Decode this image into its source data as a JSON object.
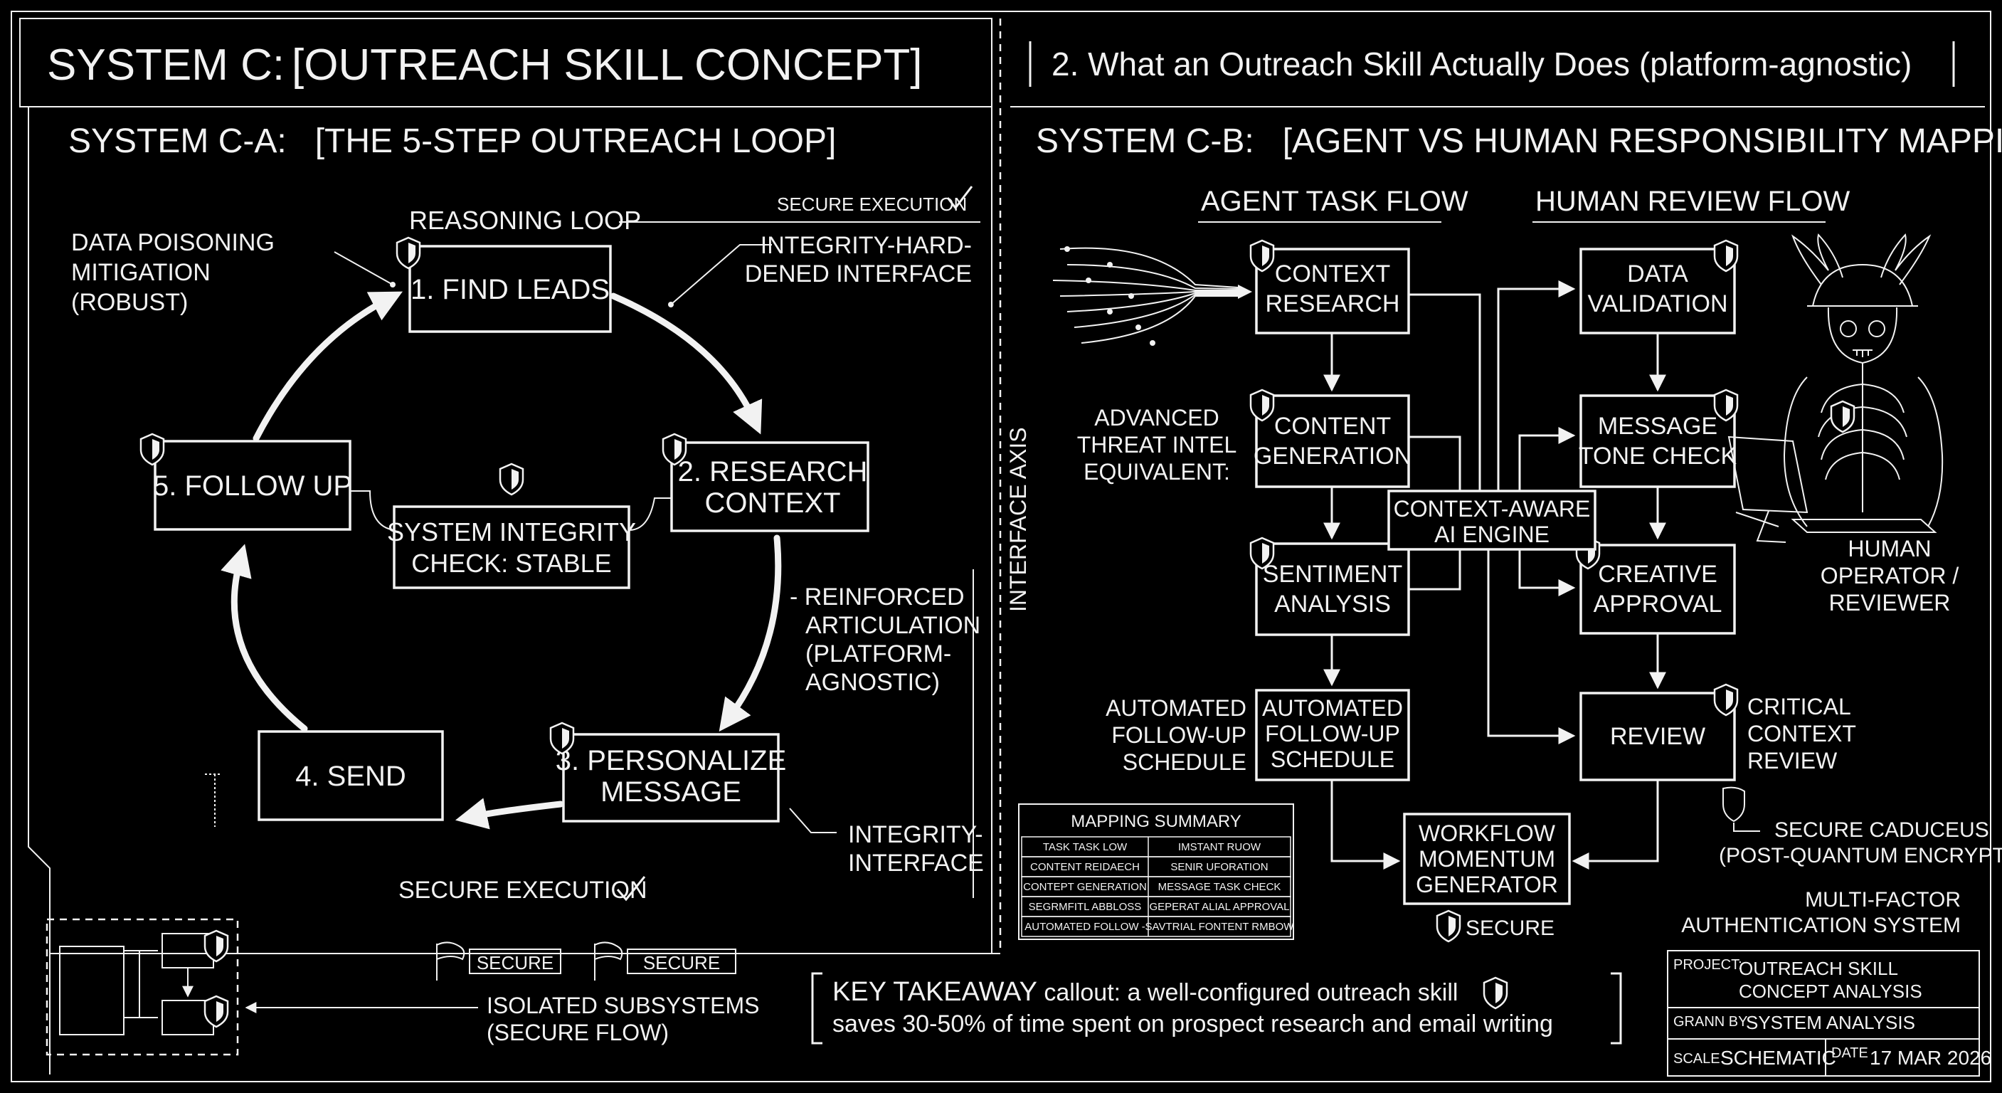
{
  "header": {
    "title_left": "SYSTEM C:",
    "title_right": "[OUTREACH SKILL CONCEPT]",
    "subtitle": "2. What an Outreach Skill Actually Does (platform-agnostic)"
  },
  "loop": {
    "section_title": "SYSTEM C-A:   [THE 5-STEP OUTREACH LOOP]",
    "reasoning_loop": "REASONING LOOP",
    "secure_execution_top": "SECURE EXECUTION",
    "steps": [
      "1. FIND LEADS",
      [
        "2. RESEARCH",
        "CONTEXT"
      ],
      [
        "3. PERSONALIZE",
        "MESSAGE"
      ],
      "4. SEND",
      "5. FOLLOW UP"
    ],
    "center": [
      "SYSTEM INTEGRITY",
      "CHECK: STABLE"
    ],
    "annot_data_poisoning": [
      "DATA POISONING",
      "MITIGATION",
      "(ROBUST)"
    ],
    "annot_integrity_hardened": [
      "INTEGRITY-HARD-",
      "DENED INTERFACE"
    ],
    "annot_reinforced": [
      "- REINFORCED",
      "ARTICULATION",
      "(PLATFORM-",
      "AGNOSTIC)"
    ],
    "annot_integrity_interface": [
      "INTEGRITY-",
      "INTERFACE"
    ],
    "secure_execution_bottom": "SECURE EXECUTION",
    "secure_badges": [
      "SECURE",
      "SECURE"
    ],
    "isolated": [
      "ISOLATED SUBSYSTEMS",
      "(SECURE FLOW)"
    ]
  },
  "axis_label": "INTERFACE AXIS",
  "mapping": {
    "section_title": "SYSTEM C-B:   [AGENT VS HUMAN RESPONSIBILITY MAPPING]",
    "agent_flow_title": "AGENT TASK FLOW",
    "human_flow_title": "HUMAN REVIEW FLOW",
    "agent_boxes": [
      [
        "CONTEXT",
        "RESEARCH"
      ],
      [
        "CONTENT",
        "GENERATION"
      ],
      [
        "SENTIMENT",
        "ANALYSIS"
      ],
      [
        "AUTOMATED",
        "FOLLOW-UP",
        "SCHEDULE"
      ]
    ],
    "human_boxes": [
      [
        "DATA",
        "VALIDATION"
      ],
      [
        "MESSAGE",
        "TONE CHECK"
      ],
      [
        "CREATIVE",
        "APPROVAL"
      ],
      [
        "REVIEW"
      ]
    ],
    "engine": [
      "CONTEXT-AWARE",
      "AI ENGINE"
    ],
    "generator": [
      "WORKFLOW",
      "MOMENTUM",
      "GENERATOR"
    ],
    "generator_secure": "SECURE",
    "threat_intel": [
      "ADVANCED",
      "THREAT INTEL",
      "EQUIVALENT:"
    ],
    "auto_followup_left": [
      "AUTOMATED",
      "FOLLOW-UP",
      "SCHEDULE"
    ],
    "critical_context": [
      "CRITICAL",
      "CONTEXT",
      "REVIEW"
    ],
    "human_operator": [
      "HUMAN",
      "OPERATOR /",
      "REVIEWER"
    ],
    "secure_caduceus": [
      "SECURE CADUCEUS",
      "(POST-QUANTUM ENCRYPTION)"
    ],
    "mfa": [
      "MULTI-FACTOR",
      "AUTHENTICATION SYSTEM"
    ]
  },
  "summary_table": {
    "title": "MAPPING SUMMARY",
    "rows": [
      [
        "TASK TASK LOW",
        "IMSTANT RUOW"
      ],
      [
        "CONTENT REIDAECH",
        "SENIR UFORATION"
      ],
      [
        "CONTEPT GENERATION",
        "MESSAGE TASK CHECK"
      ],
      [
        "SEGRMFITL ABBLOSS",
        "GEPERAT ALIAL APPROVAL"
      ],
      [
        "AUTOMATED FOLLOW -",
        "SAVTRIAL FONTENT RMBOW"
      ]
    ]
  },
  "takeaway": {
    "lead": "KEY TAKEAWAY",
    "line1": " callout: a well-configured outreach skill",
    "line2": "saves 30-50% of time spent on prospect research and email writing"
  },
  "title_block": {
    "project_label": "PROJECT:",
    "project_value": [
      "OUTREACH SKILL",
      "CONCEPT ANALYSIS"
    ],
    "drawn_label": "GRANN BY",
    "drawn_value": "SYSTEM ANALYSIS",
    "scale_label": "SCALE",
    "scale_value": "SCHEMATIC",
    "date_label": "DATE",
    "date_value": "17 MAR 2026"
  }
}
